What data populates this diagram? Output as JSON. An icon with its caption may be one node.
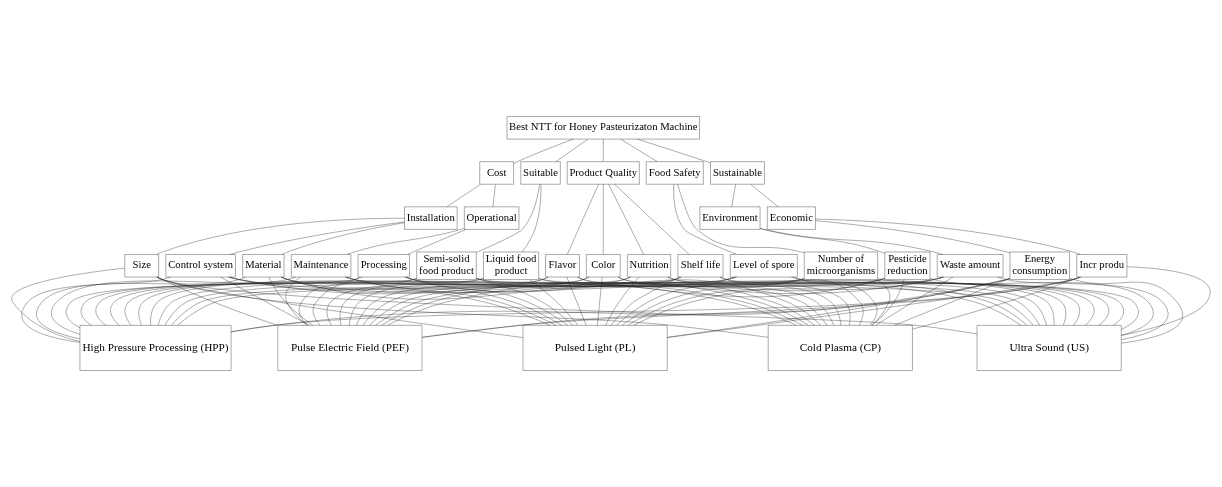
{
  "diagram": {
    "nodes": [
      {
        "text": [
          "Best NTT for Honey Pasteurizaton Machine"
        ]
      },
      {
        "text": [
          "Cost"
        ]
      },
      {
        "text": [
          "Suitable"
        ]
      },
      {
        "text": [
          "Product Quality"
        ]
      },
      {
        "text": [
          "Food Safety"
        ]
      },
      {
        "text": [
          "Sustainable"
        ]
      },
      {
        "text": [
          "Installation"
        ]
      },
      {
        "text": [
          "Operational"
        ]
      },
      {
        "text": [
          "Semi-solid food product"
        ]
      },
      {
        "text": [
          "Liquid food product"
        ]
      },
      {
        "text": [
          "Flavor"
        ]
      },
      {
        "text": [
          "Color"
        ]
      },
      {
        "text": [
          "Nutrition"
        ]
      },
      {
        "text": [
          "Shelf life"
        ]
      },
      {
        "text": [
          "Level of spore"
        ]
      },
      {
        "text": [
          "Number of microorganisms"
        ]
      },
      {
        "text": [
          "Environment"
        ]
      },
      {
        "text": [
          "Economic"
        ]
      },
      {
        "text": [
          "Size"
        ]
      },
      {
        "text": [
          "Control system"
        ]
      },
      {
        "text": [
          "Material"
        ]
      },
      {
        "text": [
          "Maintenance"
        ]
      },
      {
        "text": [
          "Processing"
        ]
      },
      {
        "text": [
          "Pesticide reduction"
        ]
      },
      {
        "text": [
          "Waste amount"
        ]
      },
      {
        "text": [
          "Energy consumption"
        ]
      },
      {
        "text": [
          "Incr produ"
        ]
      },
      {
        "text": [
          "High Pressure Processing (HPP)"
        ]
      },
      {
        "text": [
          "Pulse Electric Field (PEF)"
        ]
      },
      {
        "text": [
          "Pulsed Light (PL)"
        ]
      },
      {
        "text": [
          "Cold Plasma (CP)"
        ]
      },
      {
        "text": [
          "Ultra Sound (US)"
        ]
      }
    ],
    "edges": [
      {
        "from": 0,
        "to": 1,
        "arrow": "none"
      },
      {
        "from": 0,
        "to": 2,
        "arrow": "none"
      },
      {
        "from": 0,
        "to": 3,
        "arrow": "none"
      },
      {
        "from": 0,
        "to": 4,
        "arrow": "none"
      },
      {
        "from": 0,
        "to": 5,
        "arrow": "none"
      },
      {
        "from": 1,
        "to": 6,
        "arrow": "none"
      },
      {
        "from": 1,
        "to": 7,
        "arrow": "none"
      },
      {
        "from": 2,
        "to": 8,
        "arrow": "none"
      },
      {
        "from": 2,
        "to": 9,
        "arrow": "none"
      },
      {
        "from": 3,
        "to": 10,
        "arrow": "none"
      },
      {
        "from": 3,
        "to": 11,
        "arrow": "none"
      },
      {
        "from": 3,
        "to": 12,
        "arrow": "none"
      },
      {
        "from": 3,
        "to": 13,
        "arrow": "none"
      },
      {
        "from": 4,
        "to": 14,
        "arrow": "none"
      },
      {
        "from": 4,
        "to": 15,
        "arrow": "none"
      },
      {
        "from": 5,
        "to": 16,
        "arrow": "none"
      },
      {
        "from": 5,
        "to": 17,
        "arrow": "none"
      },
      {
        "from": 6,
        "to": 18,
        "arrow": "none"
      },
      {
        "from": 6,
        "to": 19,
        "arrow": "none"
      },
      {
        "from": 6,
        "to": 20,
        "arrow": "none"
      },
      {
        "from": 7,
        "to": 21,
        "arrow": "none"
      },
      {
        "from": 7,
        "to": 22,
        "arrow": "none"
      },
      {
        "from": 16,
        "to": 23,
        "arrow": "none"
      },
      {
        "from": 16,
        "to": 24,
        "arrow": "none"
      },
      {
        "from": 17,
        "to": 25,
        "arrow": "none"
      },
      {
        "from": 17,
        "to": 26,
        "arrow": "none"
      },
      {
        "from": 18,
        "to": 27,
        "arrow": "none"
      },
      {
        "from": 18,
        "to": 28,
        "arrow": "none"
      },
      {
        "from": 18,
        "to": 29,
        "arrow": "none"
      },
      {
        "from": 18,
        "to": 30,
        "arrow": "none"
      },
      {
        "from": 18,
        "to": 31,
        "arrow": "none"
      },
      {
        "from": 19,
        "to": 27,
        "arrow": "none"
      },
      {
        "from": 19,
        "to": 28,
        "arrow": "none"
      },
      {
        "from": 19,
        "to": 29,
        "arrow": "none"
      },
      {
        "from": 19,
        "to": 30,
        "arrow": "none"
      },
      {
        "from": 19,
        "to": 31,
        "arrow": "none"
      },
      {
        "from": 20,
        "to": 27,
        "arrow": "none"
      },
      {
        "from": 20,
        "to": 28,
        "arrow": "none"
      },
      {
        "from": 20,
        "to": 29,
        "arrow": "none"
      },
      {
        "from": 20,
        "to": 30,
        "arrow": "none"
      },
      {
        "from": 20,
        "to": 31,
        "arrow": "none"
      },
      {
        "from": 21,
        "to": 27,
        "arrow": "none"
      },
      {
        "from": 21,
        "to": 28,
        "arrow": "none"
      },
      {
        "from": 21,
        "to": 29,
        "arrow": "none"
      },
      {
        "from": 21,
        "to": 30,
        "arrow": "none"
      },
      {
        "from": 21,
        "to": 31,
        "arrow": "none"
      },
      {
        "from": 22,
        "to": 27,
        "arrow": "none"
      },
      {
        "from": 22,
        "to": 28,
        "arrow": "none"
      },
      {
        "from": 22,
        "to": 29,
        "arrow": "none"
      },
      {
        "from": 22,
        "to": 30,
        "arrow": "none"
      },
      {
        "from": 22,
        "to": 31,
        "arrow": "none"
      },
      {
        "from": 8,
        "to": 27,
        "arrow": "none"
      },
      {
        "from": 8,
        "to": 28,
        "arrow": "none"
      },
      {
        "from": 8,
        "to": 29,
        "arrow": "none"
      },
      {
        "from": 8,
        "to": 30,
        "arrow": "none"
      },
      {
        "from": 8,
        "to": 31,
        "arrow": "none"
      },
      {
        "from": 9,
        "to": 27,
        "arrow": "none"
      },
      {
        "from": 9,
        "to": 28,
        "arrow": "none"
      },
      {
        "from": 9,
        "to": 29,
        "arrow": "none"
      },
      {
        "from": 9,
        "to": 30,
        "arrow": "none"
      },
      {
        "from": 9,
        "to": 31,
        "arrow": "none"
      },
      {
        "from": 10,
        "to": 27,
        "arrow": "none"
      },
      {
        "from": 10,
        "to": 28,
        "arrow": "none"
      },
      {
        "from": 10,
        "to": 29,
        "arrow": "none"
      },
      {
        "from": 10,
        "to": 30,
        "arrow": "none"
      },
      {
        "from": 10,
        "to": 31,
        "arrow": "none"
      },
      {
        "from": 11,
        "to": 27,
        "arrow": "none"
      },
      {
        "from": 11,
        "to": 28,
        "arrow": "none"
      },
      {
        "from": 11,
        "to": 29,
        "arrow": "none"
      },
      {
        "from": 11,
        "to": 30,
        "arrow": "none"
      },
      {
        "from": 11,
        "to": 31,
        "arrow": "none"
      },
      {
        "from": 12,
        "to": 27,
        "arrow": "none"
      },
      {
        "from": 12,
        "to": 28,
        "arrow": "none"
      },
      {
        "from": 12,
        "to": 29,
        "arrow": "none"
      },
      {
        "from": 12,
        "to": 30,
        "arrow": "none"
      },
      {
        "from": 12,
        "to": 31,
        "arrow": "none"
      },
      {
        "from": 13,
        "to": 27,
        "arrow": "none"
      },
      {
        "from": 13,
        "to": 28,
        "arrow": "none"
      },
      {
        "from": 13,
        "to": 29,
        "arrow": "none"
      },
      {
        "from": 13,
        "to": 30,
        "arrow": "none"
      },
      {
        "from": 13,
        "to": 31,
        "arrow": "none"
      },
      {
        "from": 14,
        "to": 27,
        "arrow": "none"
      },
      {
        "from": 14,
        "to": 28,
        "arrow": "none"
      },
      {
        "from": 14,
        "to": 29,
        "arrow": "none"
      },
      {
        "from": 14,
        "to": 30,
        "arrow": "none"
      },
      {
        "from": 14,
        "to": 31,
        "arrow": "none"
      },
      {
        "from": 15,
        "to": 27,
        "arrow": "none"
      },
      {
        "from": 15,
        "to": 28,
        "arrow": "none"
      },
      {
        "from": 15,
        "to": 29,
        "arrow": "none"
      },
      {
        "from": 15,
        "to": 30,
        "arrow": "none"
      },
      {
        "from": 15,
        "to": 31,
        "arrow": "none"
      },
      {
        "from": 23,
        "to": 27,
        "arrow": "none"
      },
      {
        "from": 23,
        "to": 28,
        "arrow": "none"
      },
      {
        "from": 23,
        "to": 29,
        "arrow": "none"
      },
      {
        "from": 23,
        "to": 30,
        "arrow": "none"
      },
      {
        "from": 23,
        "to": 31,
        "arrow": "none"
      },
      {
        "from": 24,
        "to": 27,
        "arrow": "none"
      },
      {
        "from": 24,
        "to": 28,
        "arrow": "none"
      },
      {
        "from": 24,
        "to": 29,
        "arrow": "none"
      },
      {
        "from": 24,
        "to": 30,
        "arrow": "none"
      },
      {
        "from": 24,
        "to": 31,
        "arrow": "none"
      },
      {
        "from": 25,
        "to": 27,
        "arrow": "none"
      },
      {
        "from": 25,
        "to": 28,
        "arrow": "none"
      },
      {
        "from": 25,
        "to": 29,
        "arrow": "none"
      },
      {
        "from": 25,
        "to": 30,
        "arrow": "none"
      },
      {
        "from": 25,
        "to": 31,
        "arrow": "none"
      },
      {
        "from": 26,
        "to": 27,
        "arrow": "none"
      },
      {
        "from": 26,
        "to": 28,
        "arrow": "none"
      },
      {
        "from": 26,
        "to": 29,
        "arrow": "none"
      },
      {
        "from": 26,
        "to": 30,
        "arrow": "none"
      },
      {
        "from": 26,
        "to": 31,
        "arrow": "none"
      }
    ]
  }
}
